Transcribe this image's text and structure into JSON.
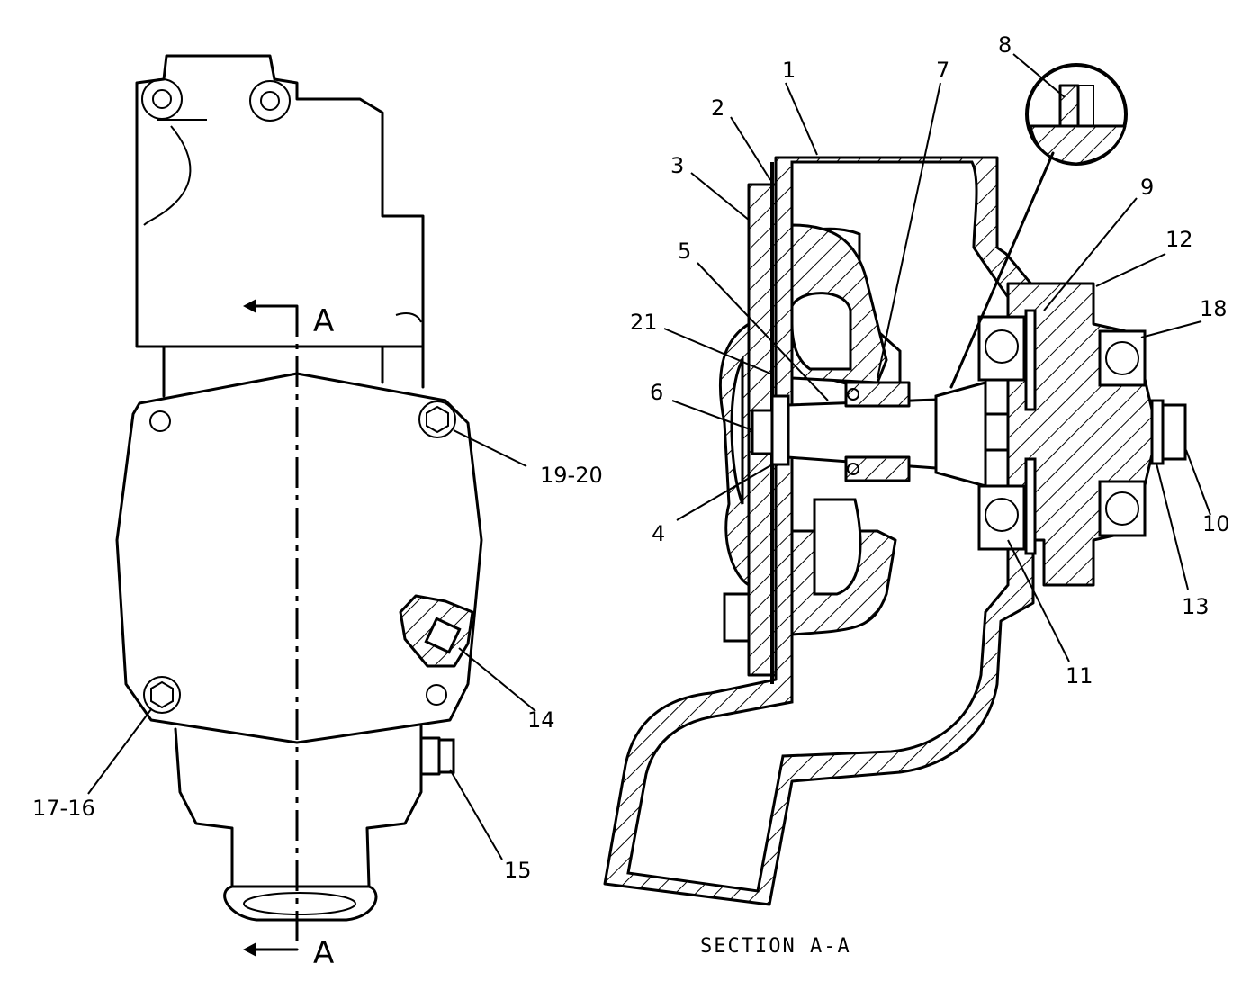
{
  "section_marker": "A",
  "caption": "SECTION A-A",
  "callouts": {
    "c1": "1",
    "c2": "2",
    "c3": "3",
    "c4": "4",
    "c5": "5",
    "c6": "6",
    "c7": "7",
    "c8": "8",
    "c9": "9",
    "c10": "10",
    "c11": "11",
    "c12": "12",
    "c13": "13",
    "c14": "14",
    "c15": "15",
    "c16": "17-16",
    "c18": "18",
    "c19": "19-20",
    "c21": "21"
  }
}
